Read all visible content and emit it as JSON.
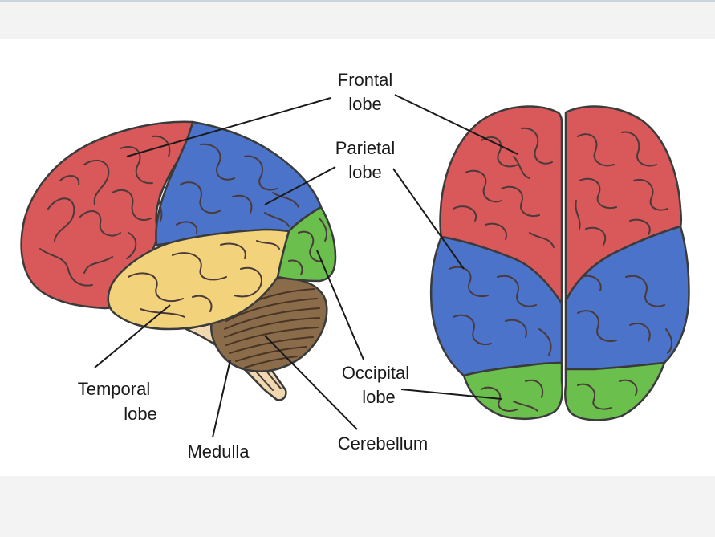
{
  "labels": {
    "frontal": [
      "Frontal",
      "lobe"
    ],
    "parietal": [
      "Parietal",
      "lobe"
    ],
    "temporal": [
      "Temporal",
      "lobe"
    ],
    "occipital": [
      "Occipital",
      "lobe"
    ],
    "medulla": "Medulla",
    "cerebellum": "Cerebellum"
  },
  "colors": {
    "frontal": "#d9585a",
    "parietal": "#4a73c9",
    "temporal": "#f2d27a",
    "occipital": "#6bbf4d",
    "cerebellum": "#8a6b4a",
    "medulla": "#f0d9b0",
    "outline": "#3b3b3b"
  }
}
